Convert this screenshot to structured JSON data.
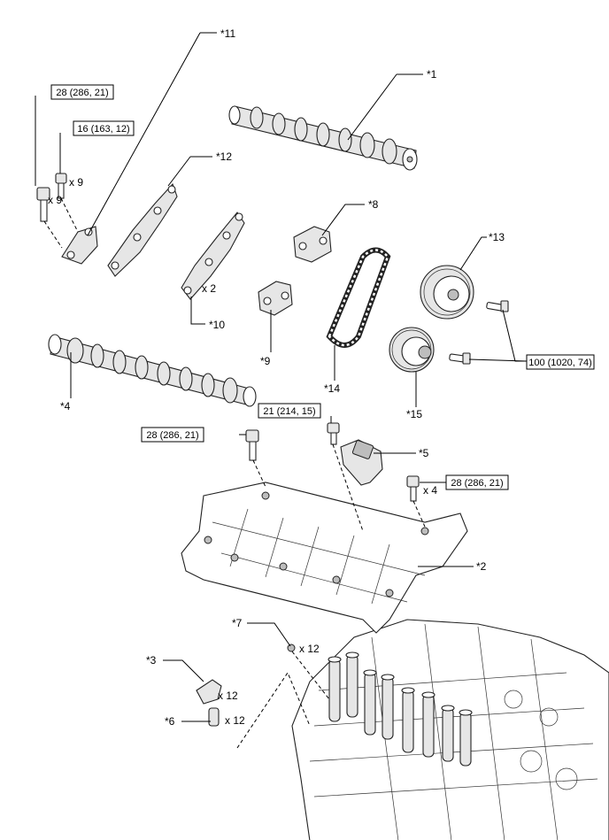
{
  "callouts": {
    "c1": "*1",
    "c2": "*2",
    "c3": "*3",
    "c4": "*4",
    "c5": "*5",
    "c6": "*6",
    "c7": "*7",
    "c8": "*8",
    "c9": "*9",
    "c10": "*10",
    "c11": "*11",
    "c12": "*12",
    "c13": "*13",
    "c14": "*14",
    "c15": "*15"
  },
  "torque_specs": {
    "t_cap_outer": "28 (286, 21)",
    "t_cap_inner": "16 (163, 12)",
    "t_sprocket": "100 (1020, 74)",
    "t_housing": "21 (214, 15)",
    "t_carrier_left": "28 (286, 21)",
    "t_carrier_right": "28 (286, 21)"
  },
  "quantities": {
    "q_bolt_outer": "x 9",
    "q_bolt_inner": "x 9",
    "q_cap10": "x 2",
    "q_carrier_bolts": "x 4",
    "q_adjuster": "x 12",
    "q_lifter": "x 12",
    "q_shim": "x 12"
  }
}
